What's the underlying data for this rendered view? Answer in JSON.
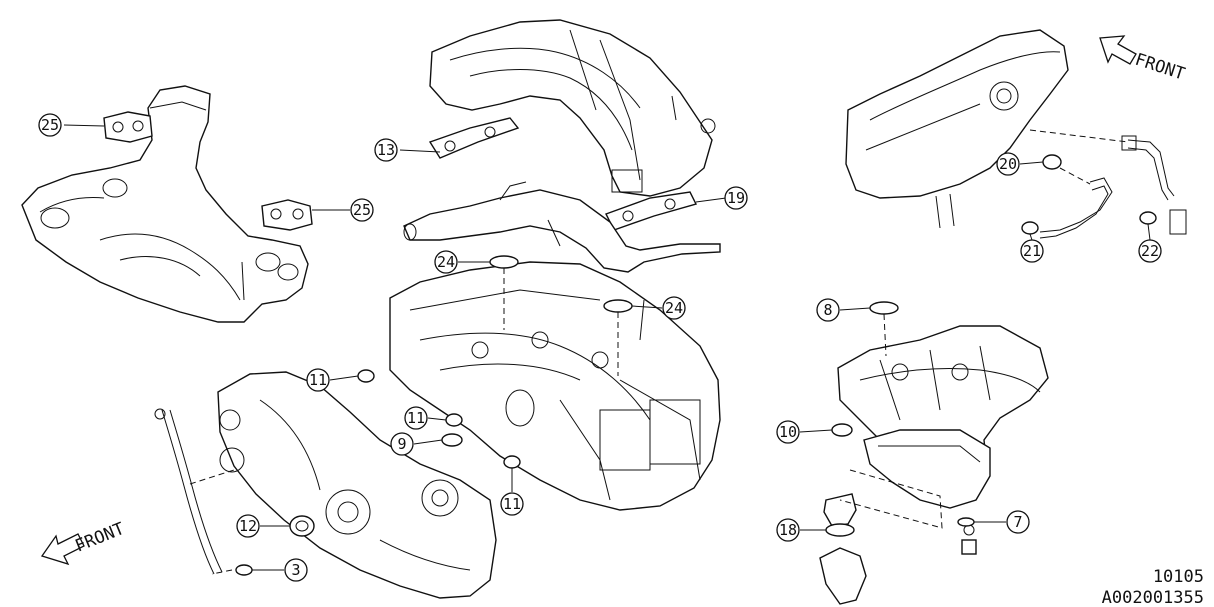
{
  "front_labels": {
    "left": "FRONT",
    "top_right": "FRONT"
  },
  "callouts": {
    "c25a": "25",
    "c25b": "25",
    "c13": "13",
    "c19": "19",
    "c24a": "24",
    "c24b": "24",
    "c20": "20",
    "c21": "21",
    "c22": "22",
    "c8": "8",
    "c11a": "11",
    "c11b": "11",
    "c11c": "11",
    "c9": "9",
    "c10": "10",
    "c12": "12",
    "c3": "3",
    "c18": "18",
    "c7": "7"
  },
  "footer": {
    "page": "10105",
    "code": "A002001355"
  }
}
